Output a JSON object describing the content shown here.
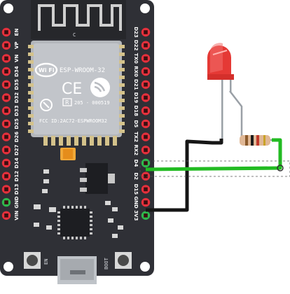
{
  "board": {
    "module_text": "ESP-WROOM-32",
    "wifi_logo_text": "Wi Fi",
    "ce_mark": "CE",
    "r_mark": "R",
    "cert_code": "205 - 000519",
    "fcc_id": "FCC ID:2AC72-ESPWROOM32",
    "antenna_c_mark": "C",
    "button_left_label": "EN",
    "button_right_label": "BOOT",
    "left_pins": [
      "EN",
      "VP",
      "VN",
      "D34",
      "D35",
      "D32",
      "D33",
      "D25",
      "D26",
      "D27",
      "D14",
      "D12",
      "D13",
      "GND",
      "VIN"
    ],
    "right_pins": [
      "D23",
      "D22",
      "TX0",
      "RX0",
      "D21",
      "D19",
      "D18",
      "D5",
      "TX2",
      "RX2",
      "D4",
      "D2",
      "D15",
      "GND",
      "3V3"
    ]
  },
  "colors": {
    "board": "#2f3036",
    "pin_pad": "#e6303c",
    "highlight_pad": "#2fb84d",
    "wire_green": "#22bb22",
    "wire_black": "#161616",
    "led_red": "#e53935"
  }
}
